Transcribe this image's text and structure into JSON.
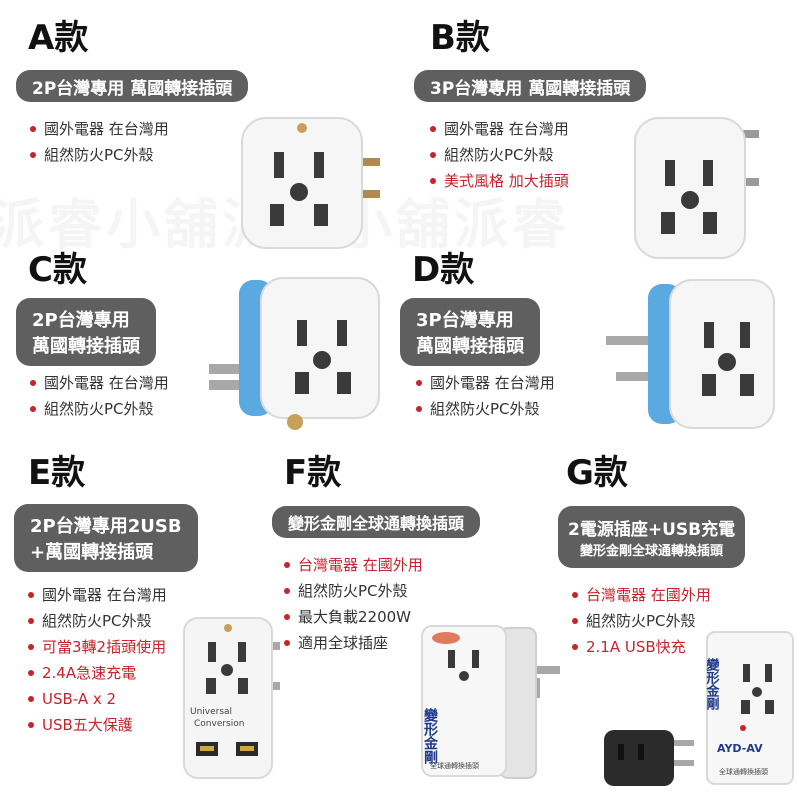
{
  "products": [
    {
      "heading": "A款",
      "pill": [
        "2P台灣專用 萬國轉接插頭"
      ],
      "features": [
        {
          "text": "國外電器 在台灣用",
          "highlight": false
        },
        {
          "text": "組然防火PC外殼",
          "highlight": false
        }
      ]
    },
    {
      "heading": "B款",
      "pill": [
        "3P台灣專用 萬國轉接插頭"
      ],
      "features": [
        {
          "text": "國外電器 在台灣用",
          "highlight": false
        },
        {
          "text": "組然防火PC外殼",
          "highlight": false
        },
        {
          "text": "美式風格 加大插頭",
          "highlight": true
        }
      ]
    },
    {
      "heading": "C款",
      "pill": [
        "2P台灣專用",
        "萬國轉接插頭"
      ],
      "features": [
        {
          "text": "國外電器 在台灣用",
          "highlight": false
        },
        {
          "text": "組然防火PC外殼",
          "highlight": false
        }
      ]
    },
    {
      "heading": "D款",
      "pill": [
        "3P台灣專用",
        "萬國轉接插頭"
      ],
      "features": [
        {
          "text": "國外電器 在台灣用",
          "highlight": false
        },
        {
          "text": "組然防火PC外殼",
          "highlight": false
        }
      ]
    },
    {
      "heading": "E款",
      "pill": [
        "2P台灣專用2USB",
        "+萬國轉接插頭"
      ],
      "features": [
        {
          "text": "國外電器 在台灣用",
          "highlight": false
        },
        {
          "text": "組然防火PC外殼",
          "highlight": false
        },
        {
          "text": "可當3轉2插頭使用",
          "highlight": true
        },
        {
          "text": "2.4A急速充電",
          "highlight": true
        },
        {
          "text": "USB-A x 2",
          "highlight": true
        },
        {
          "text": "USB五大保護",
          "highlight": true
        }
      ]
    },
    {
      "heading": "F款",
      "pill": [
        "變形金剛全球通轉換插頭"
      ],
      "features": [
        {
          "text": "台灣電器 在國外用",
          "highlight": true
        },
        {
          "text": "組然防火PC外殼",
          "highlight": false
        },
        {
          "text": "最大負載2200W",
          "highlight": false
        },
        {
          "text": "適用全球插座",
          "highlight": false
        }
      ]
    },
    {
      "heading": "G款",
      "pill": [
        "2電源插座+USB充電",
        "變形金剛全球通轉換插頭"
      ],
      "features": [
        {
          "text": "台灣電器 在國外用",
          "highlight": true
        },
        {
          "text": "組然防火PC外殼",
          "highlight": false
        },
        {
          "text": "2.1A USB快充",
          "highlight": true
        }
      ]
    }
  ],
  "watermark": "派睿小舖派睿小舖派睿",
  "device_labels": {
    "e_brand_1": "Universal",
    "e_brand_2": "Conversion",
    "f_title": "變形金剛",
    "f_footer": "全球通轉換插頭",
    "g_title": "變形金剛",
    "g_brand": "AYD-AV",
    "g_footer": "全球通轉換插頭"
  },
  "colors": {
    "pill": "#5f5f5f",
    "accent_red": "#c8232c",
    "plug_blue": "#5aa9e0"
  }
}
